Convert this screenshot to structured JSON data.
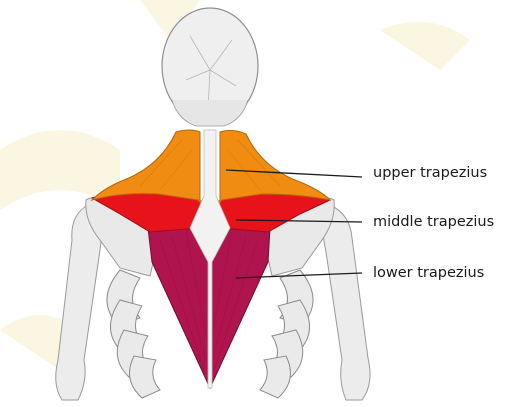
{
  "labels": {
    "upper": "upper trapezius",
    "middle": "middle trapezius",
    "lower": "lower trapezius"
  },
  "colors": {
    "upper_trapezius": "#F08C12",
    "middle_trapezius": "#E8121B",
    "lower_trapezius": "#B0144E",
    "bone": "#EDEDED",
    "leader_line": "#1a1a1a",
    "watermark": "#F6EFC8"
  }
}
